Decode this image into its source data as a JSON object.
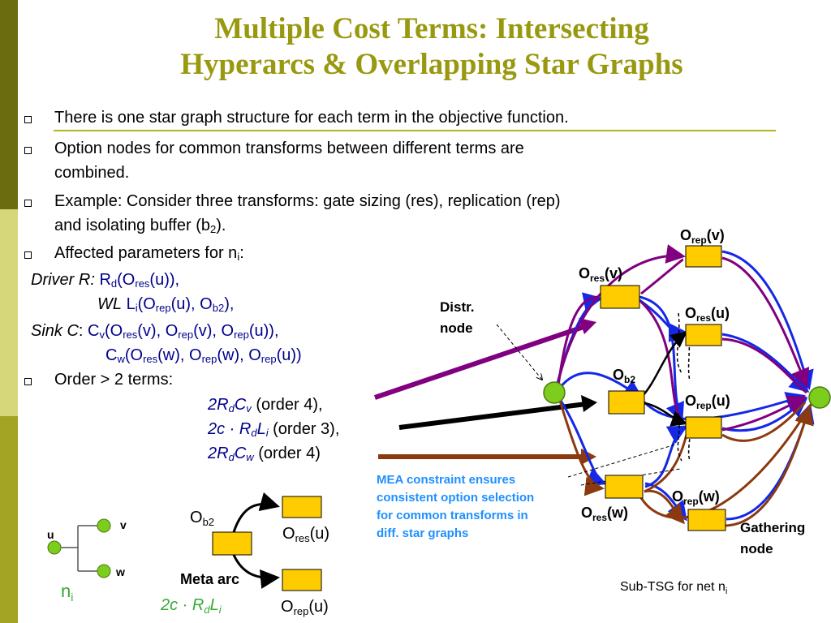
{
  "title_line1": "Multiple Cost Terms: Intersecting",
  "title_line2": "Hyperarcs & Overlapping Star Graphs",
  "bullets": {
    "b1": "There is one star graph structure for each term in the objective function.",
    "b2_l1": "Option nodes for common transforms between different terms are",
    "b2_l2": "combined.",
    "b3_l1": "Example: Consider three transforms:  gate sizing (res), replication (rep)",
    "b3_l2a": "and isolating buffer (b",
    "b3_l2sub": "2",
    "b3_l2b": ").",
    "b4a": "Affected parameters for n",
    "b4sub": "i",
    "b4b": ":",
    "b5": "Order > 2 terms:"
  },
  "params": {
    "driver_label": "Driver R:",
    "driver_R": "R",
    "sub_d": "d",
    "open_O": "(O",
    "sub_res": "res",
    "sub_rep": "rep",
    "sub_b2": "b2",
    "u_close2": "(u)),",
    "wl_label": "WL",
    "L": "L",
    "sub_i": "i",
    "u_comma_O": "(u), O",
    "close_comma": "),",
    "sink_label": "Sink C",
    "colon": ":",
    "C": "C",
    "sub_v": "v",
    "sub_w": "w",
    "v_comma_O": "(v), O",
    "u_close2b": "(u)),",
    "w_comma_O": "(w), O",
    "u_close_only": "(u))"
  },
  "orders": {
    "o1a": "2R",
    "o1b": "d",
    "o1c": "C",
    "o1d": "v",
    "o1e": " (order 4),",
    "o2a": "2c · R",
    "o2b": "d",
    "o2c": "L",
    "o2d": "i",
    "o2e": " (order 3),",
    "o3a": "2R",
    "o3b": "d",
    "o3c": "C",
    "o3d": "w",
    "o3e": " (order 4)"
  },
  "diagram": {
    "node_Orep_v": "O",
    "node_Orep_v_sub": "rep",
    "node_Orep_v_arg": "(v)",
    "node_Ores_v": "O",
    "node_Ores_v_sub": "res",
    "node_Ores_v_arg": "(v)",
    "node_Ores_u": "O",
    "node_Ores_u_sub": "res",
    "node_Ores_u_arg": "(u)",
    "node_Ob2": "O",
    "node_Ob2_sub": "b2",
    "node_Orep_u": "O",
    "node_Orep_u_sub": "rep",
    "node_Orep_u_arg": "(u)",
    "node_Orep_w": "O",
    "node_Orep_w_sub": "rep",
    "node_Orep_w_arg": "(w)",
    "node_Ores_w": "O",
    "node_Ores_w_sub": "res",
    "node_Ores_w_arg": "(w)",
    "distr_l1": "Distr.",
    "distr_l2": "node",
    "gather_l1": "Gathering",
    "gather_l2": "node",
    "mea_l1": "MEA constraint ensures",
    "mea_l2": "consistent option selection",
    "mea_l3": "for common transforms in",
    "mea_l4": "diff. star graphs",
    "subtsg": "Sub-TSG for net n",
    "subtsg_sub": "i"
  },
  "net": {
    "u": "u",
    "v": "v",
    "w": "w",
    "ni": "n",
    "ni_sub": "i"
  },
  "meta": {
    "Ob2": "O",
    "Ob2_sub": "b2",
    "Oresu": "O",
    "Oresu_sub": "res",
    "Oresu_arg": "(u)",
    "Orepu": "O",
    "Orepu_sub": "rep",
    "Orepu_arg": "(u)",
    "meta_arc": "Meta arc",
    "expr_a": "2c · R",
    "expr_b": "d",
    "expr_c": "L",
    "expr_d": "i"
  },
  "colors": {
    "title": "#999911",
    "params_blue": "#00008b",
    "arc_blue": "#1428e6",
    "arc_purple": "#800080",
    "arc_brown": "#8b3a0f",
    "node_green": "#7ccd1c",
    "node_orange": "#ffcc00",
    "mea_blue": "#1e90ff"
  }
}
